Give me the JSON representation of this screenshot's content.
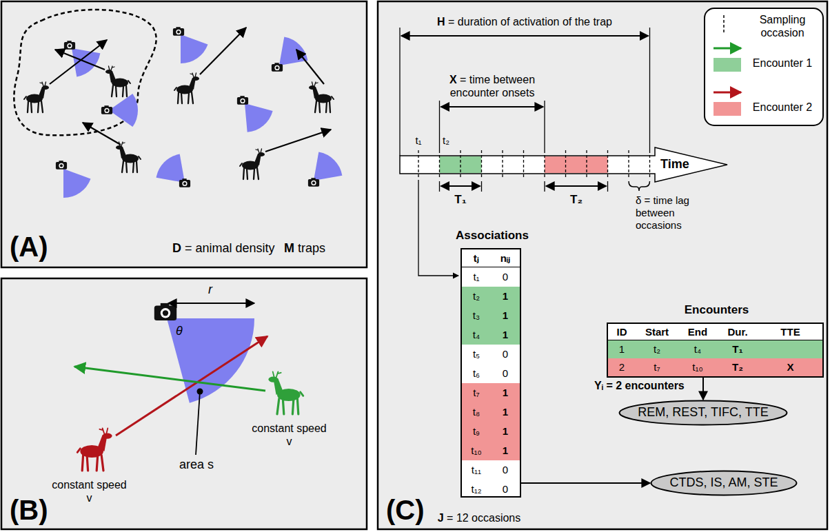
{
  "diagram": {
    "nodes": [
      {
        "text": [
          "(A)",
          "D = animal density",
          "M traps"
        ]
      },
      {
        "text": [
          "(B)",
          "r",
          "θ",
          "area s",
          "constant speed v",
          "constant speed v"
        ]
      },
      {
        "text": [
          "(C)",
          "H = duration of activation of the trap",
          "X = time between encounter onsets",
          "t₁",
          "t₂",
          "Time",
          "T₁",
          "T₂",
          "δ = time lag between occasions",
          "Yᵢ = 2 encounters",
          "J = 12 occasions"
        ]
      },
      {
        "text": [
          "Associations",
          "tⱼ",
          "nᵢⱼ",
          "t₁",
          "0",
          "t₂",
          "1",
          "t₃",
          "1",
          "t₄",
          "1",
          "t₅",
          "0",
          "t₆",
          "0",
          "t₇",
          "1",
          "t₈",
          "1",
          "t₉",
          "1",
          "t₁₀",
          "1",
          "t₁₁",
          "0",
          "t₁₂",
          "0"
        ],
        "in": 2
      },
      {
        "text": [
          "Encounters",
          "ID",
          "Start",
          "End",
          "Dur.",
          "TTE",
          "1",
          "t₂",
          "t₄",
          "T₁",
          "2",
          "t₇",
          "t₁₀",
          "T₂",
          "X"
        ],
        "in": 2
      },
      {
        "text": [
          "REM, REST, TIFC, TTE"
        ],
        "in": 2
      },
      {
        "text": [
          "CTDS, IS, AM, STE"
        ],
        "in": 2
      }
    ],
    "edges": [
      {
        "from": 4,
        "to": 5,
        "arrow": "to"
      },
      {
        "from": 3,
        "to": 6,
        "arrow": "to"
      }
    ],
    "legend": [
      {
        "text": "Sampling occasion"
      },
      {
        "text": "Encounter 1",
        "color": "#8fcf99"
      },
      {
        "text": "Encounter 2",
        "color": "#f29595"
      }
    ]
  }
}
